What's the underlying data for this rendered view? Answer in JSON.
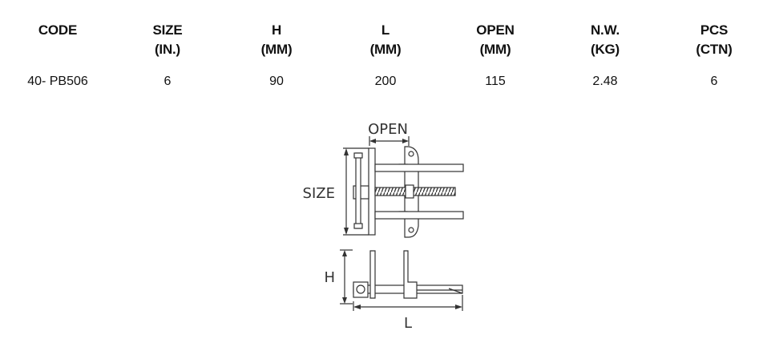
{
  "spec_table": {
    "columns": [
      {
        "header_line1": "CODE",
        "header_line2": "",
        "value": "40- PB506"
      },
      {
        "header_line1": "SIZE",
        "header_line2": "(IN.)",
        "value": "6"
      },
      {
        "header_line1": "H",
        "header_line2": "(MM)",
        "value": "90"
      },
      {
        "header_line1": "L",
        "header_line2": "(MM)",
        "value": "200"
      },
      {
        "header_line1": "OPEN",
        "header_line2": "(MM)",
        "value": "115"
      },
      {
        "header_line1": "N.W.",
        "header_line2": "(KG)",
        "value": "2.48"
      },
      {
        "header_line1": "PCS",
        "header_line2": "(CTN)",
        "value": "6"
      }
    ]
  },
  "diagram": {
    "open_label": "OPEN",
    "size_label": "SIZE",
    "h_label": "H",
    "l_label": "L"
  }
}
